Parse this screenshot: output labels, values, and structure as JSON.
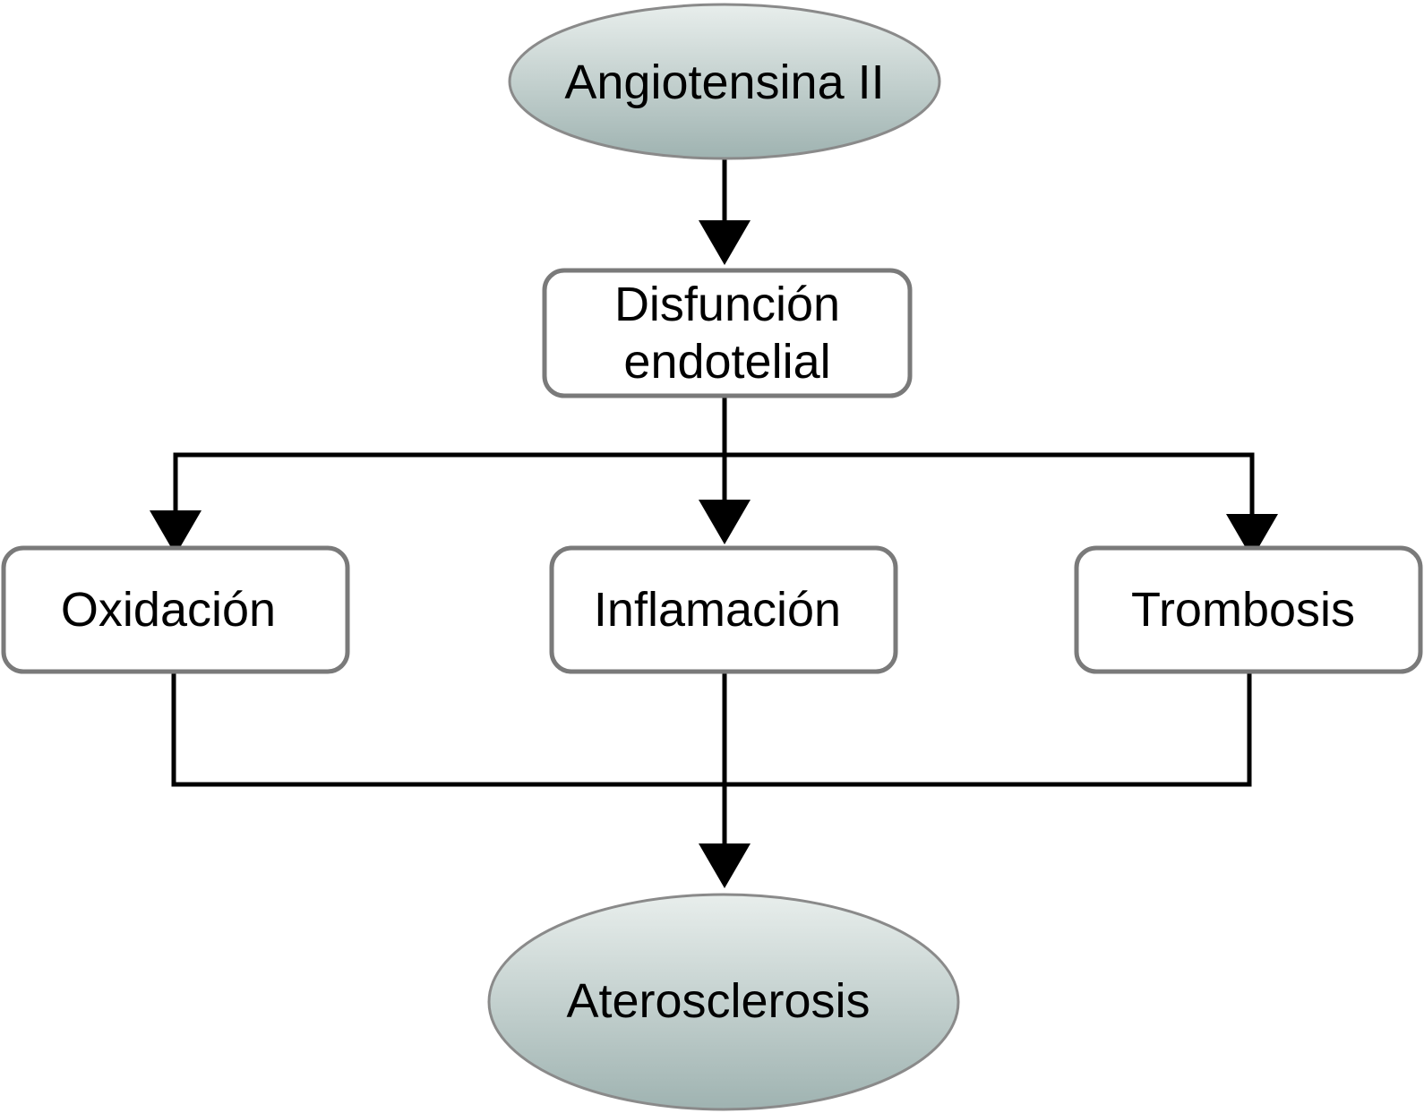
{
  "nodes": {
    "angiotensina": {
      "label": "Angiotensina II"
    },
    "disfuncion": {
      "line1": "Disfunción",
      "line2": "endotelial"
    },
    "oxidacion": {
      "label": "Oxidación"
    },
    "inflamacion": {
      "label": "Inflamación"
    },
    "trombosis": {
      "label": "Trombosis"
    },
    "aterosclerosis": {
      "label": "Aterosclerosis"
    }
  },
  "colors": {
    "ellipse_gradient_top": "#e8eeec",
    "ellipse_gradient_bottom": "#9fb3b1",
    "box_border": "#7a7a7a",
    "arrow": "#000000"
  }
}
